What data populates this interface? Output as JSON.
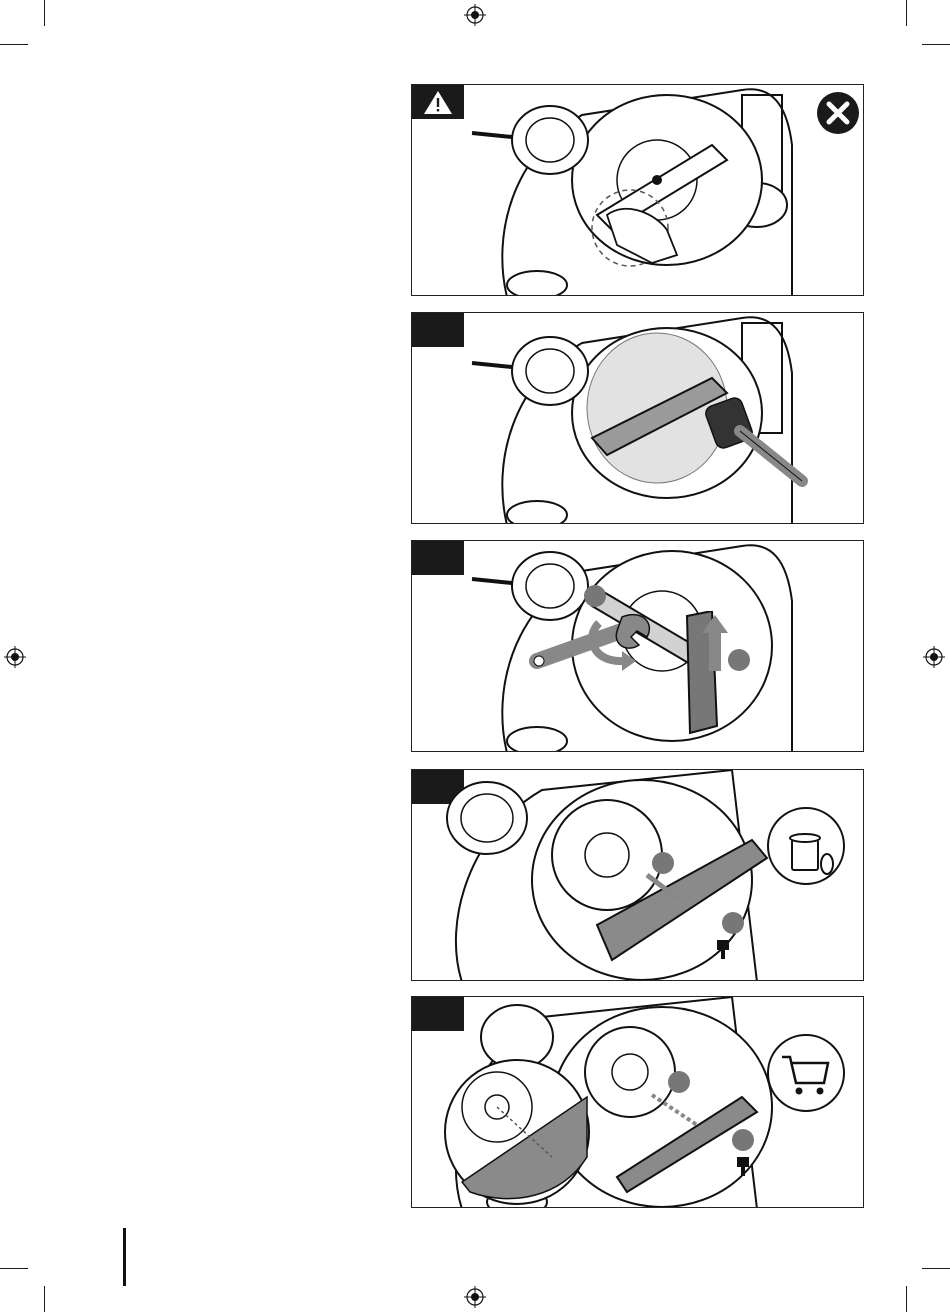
{
  "colors": {
    "ink": "#1a1a1a",
    "gray": "#8a8a8a",
    "light_gray": "#d2d2d2",
    "white": "#ffffff"
  },
  "panels": [
    {
      "id": "warning-no-hands",
      "icons": [
        "warning-icon",
        "prohibited-icon"
      ]
    },
    {
      "id": "clean-blade",
      "icons": [
        "brush-icon"
      ]
    },
    {
      "id": "loosen-blade-bolt",
      "icons": [
        "wrench-icon",
        "rotate-arrow-icon",
        "wood-block-icon",
        "up-arrow-icon"
      ]
    },
    {
      "id": "remove-blade",
      "icons": [
        "trash-can-icon",
        "bolt-icon"
      ]
    },
    {
      "id": "install-new-blade",
      "icons": [
        "shopping-cart-icon",
        "bolt-icon",
        "magnifier-detail-icon"
      ]
    }
  ]
}
